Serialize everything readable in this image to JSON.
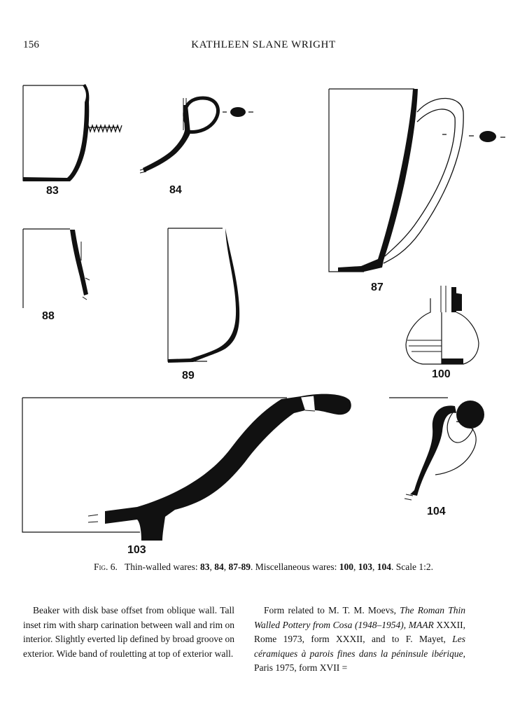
{
  "header": {
    "page_number": "156",
    "running_head": "KATHLEEN SLANE WRIGHT"
  },
  "figure": {
    "labels": {
      "f83": "83",
      "f84": "84",
      "f87": "87",
      "f88": "88",
      "f89": "89",
      "f100": "100",
      "f103": "103",
      "f104": "104"
    },
    "caption": {
      "fig_label": "Fig. 6.",
      "text_1": "Thin-walled wares: ",
      "bold_1": "83",
      "sep_1": ", ",
      "bold_2": "84",
      "sep_2": ", ",
      "bold_3": "87-89",
      "text_2": ". Miscellaneous wares: ",
      "bold_4": "100",
      "sep_3": ", ",
      "bold_5": "103",
      "sep_4": ", ",
      "bold_6": "104",
      "text_3": ". Scale 1:2."
    }
  },
  "body": {
    "left_column": "Beaker with disk base offset from oblique wall. Tall inset rim with sharp carination between wall and rim on interior. Slightly everted lip defined by broad groove on exterior. Wide band of rouletting at top of exterior wall.",
    "right_column": {
      "t1": "Form related to M. T. M. Moevs, ",
      "i1": "The Roman Thin Walled Pottery from Cosa (1948–1954)",
      "t2": ", ",
      "i2": "MAAR",
      "t3": " XXXII, Rome 1973, form XXXII, and to F. Mayet, ",
      "i3": "Les céramiques à parois fines dans la péninsule ibérique",
      "t4": ", Paris 1975, form XVII ="
    }
  }
}
